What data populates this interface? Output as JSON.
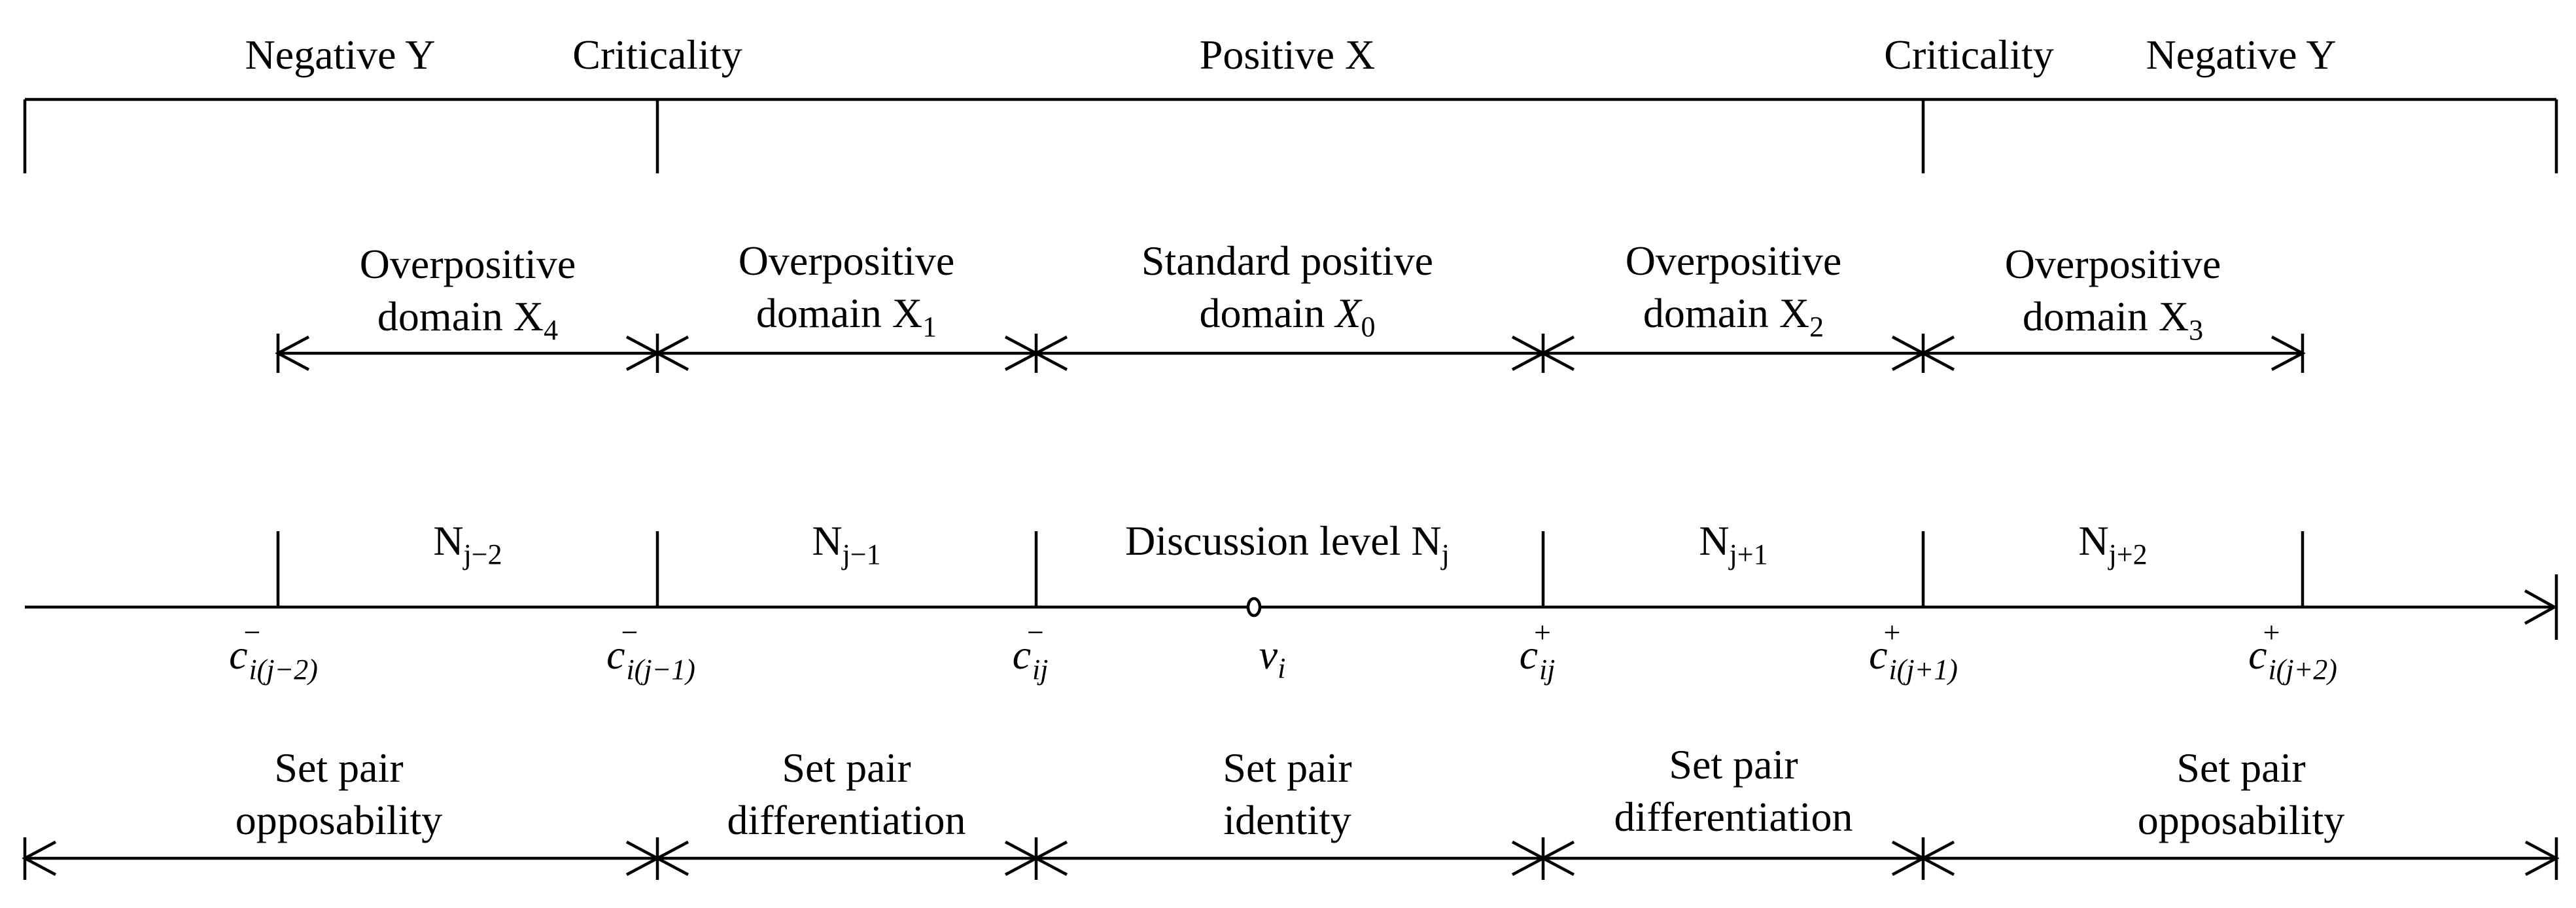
{
  "top_region_labels": {
    "negative_y_left": "Negative Y",
    "criticality_left": "Criticality",
    "positive_x": "Positive X",
    "criticality_right": "Criticality",
    "negative_y_right": "Negative Y"
  },
  "domains": {
    "x4": {
      "line1": "Overpositive",
      "line2": "domain X",
      "sub": "4"
    },
    "x1": {
      "line1": "Overpositive",
      "line2": "domain X",
      "sub": "1"
    },
    "x0": {
      "line1": "Standard positive",
      "line2": "domain ",
      "sym": "X",
      "sub": "0"
    },
    "x2": {
      "line1": "Overpositive",
      "line2": "domain X",
      "sub": "2"
    },
    "x3": {
      "line1": "Overpositive",
      "line2": "domain X",
      "sub": "3"
    }
  },
  "levels": {
    "n_jm2": {
      "base": "N",
      "sub": "j−2"
    },
    "n_jm1": {
      "base": "N",
      "sub": "j−1"
    },
    "n_j": {
      "base": "Discussion level N",
      "sub": "j"
    },
    "n_jp1": {
      "base": "N",
      "sub": "j+1"
    },
    "n_jp2": {
      "base": "N",
      "sub": "j+2"
    }
  },
  "thresholds": {
    "c_jm2": {
      "base": "c",
      "sup": "−",
      "sub": "i(j−2)"
    },
    "c_jm1": {
      "base": "c",
      "sup": "−",
      "sub": "i(j−1)"
    },
    "c_j_minus": {
      "base": "c",
      "sup": "−",
      "sub": "ij"
    },
    "v_i": {
      "base": "v",
      "sub": "i"
    },
    "c_j_plus": {
      "base": "c",
      "sup": "+",
      "sub": "ij"
    },
    "c_jp1": {
      "base": "c",
      "sup": "+",
      "sub": "i(j+1)"
    },
    "c_jp2": {
      "base": "c",
      "sup": "+",
      "sub": "i(j+2)"
    }
  },
  "set_pair_labels": {
    "opposability_left": {
      "line1": "Set pair",
      "line2": "opposability"
    },
    "differentiation_left": {
      "line1": "Set pair",
      "line2": "differentiation"
    },
    "identity": {
      "line1": "Set pair",
      "line2": "identity"
    },
    "differentiation_right": {
      "line1": "Set pair",
      "line2": "differentiation"
    },
    "opposability_right": {
      "line1": "Set pair",
      "line2": "opposability"
    }
  }
}
